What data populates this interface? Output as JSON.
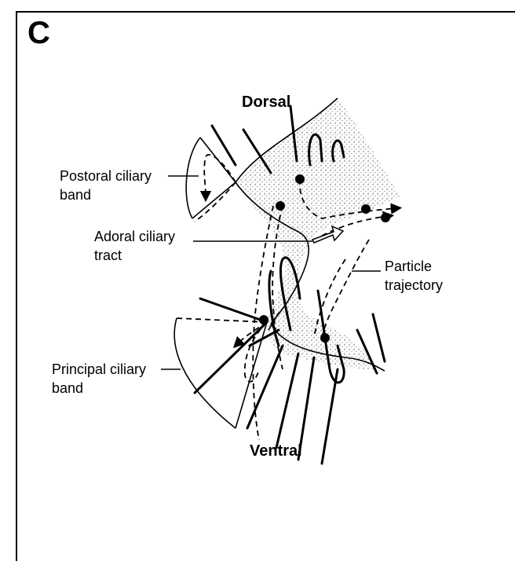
{
  "panel_label": "C",
  "labels": {
    "dorsal": "Dorsal",
    "ventral": "Ventral",
    "postoral_band_line1": "Postoral ciliary",
    "postoral_band_line2": "band",
    "adoral_tract_line1": "Adoral ciliary",
    "adoral_tract_line2": "tract",
    "particle_traj_line1": "Particle",
    "particle_traj_line2": "trajectory",
    "principal_band_line1": "Principal ciliary",
    "principal_band_line2": "band"
  }
}
